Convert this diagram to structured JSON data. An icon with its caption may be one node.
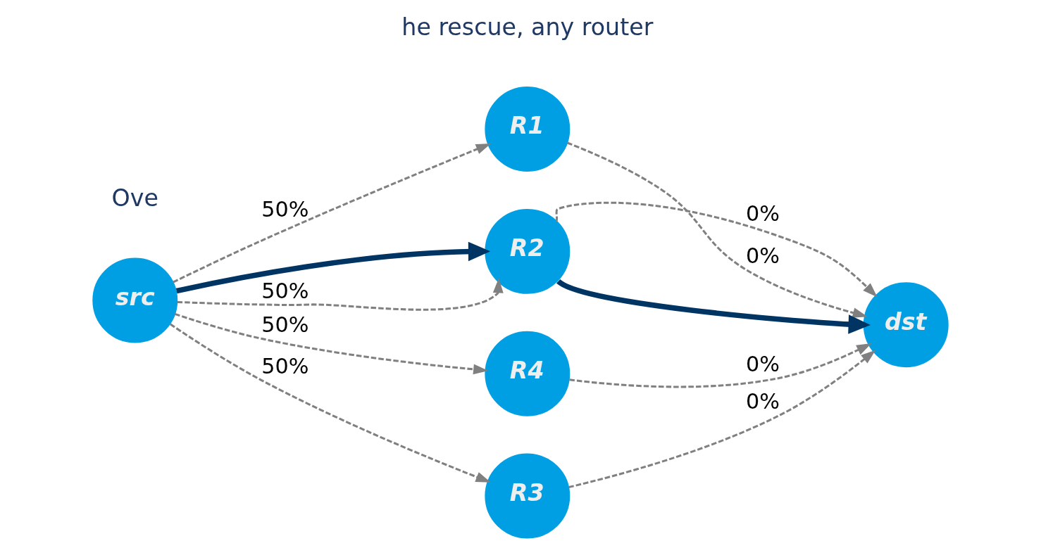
{
  "diagram": {
    "nodes": [
      {
        "text": [
          "src"
        ]
      },
      {
        "text": [
          "R1"
        ]
      },
      {
        "text": [
          "R2"
        ]
      },
      {
        "text": [
          "R3"
        ]
      },
      {
        "text": [
          "R4"
        ]
      },
      {
        "text": [
          "dst"
        ]
      }
    ],
    "edges": [
      {
        "from": 0,
        "to": 1,
        "arrow": "to",
        "label": "50%",
        "style": "dashed"
      },
      {
        "from": 0,
        "to": 2,
        "arrow": "to",
        "label": "50%",
        "style": "dashed"
      },
      {
        "from": 0,
        "to": 3,
        "arrow": "to",
        "label": "50%",
        "style": "dashed"
      },
      {
        "from": 0,
        "to": 4,
        "arrow": "to",
        "label": "50%",
        "style": "dashed"
      },
      {
        "from": 0,
        "to": 2,
        "arrow": "to",
        "style": "thick",
        "color": "#003462"
      },
      {
        "from": 1,
        "to": 5,
        "arrow": "to",
        "label": "0%",
        "style": "dashed"
      },
      {
        "from": 2,
        "to": 5,
        "arrow": "to",
        "label": "0%",
        "style": "dashed"
      },
      {
        "from": 3,
        "to": 5,
        "arrow": "to",
        "label": "0%",
        "style": "dashed"
      },
      {
        "from": 4,
        "to": 5,
        "arrow": "to",
        "label": "0%",
        "style": "dashed"
      },
      {
        "from": 2,
        "to": 5,
        "arrow": "to",
        "style": "thick",
        "color": "#003462"
      }
    ],
    "labels": [
      "he rescue, any router",
      "Ove"
    ]
  }
}
